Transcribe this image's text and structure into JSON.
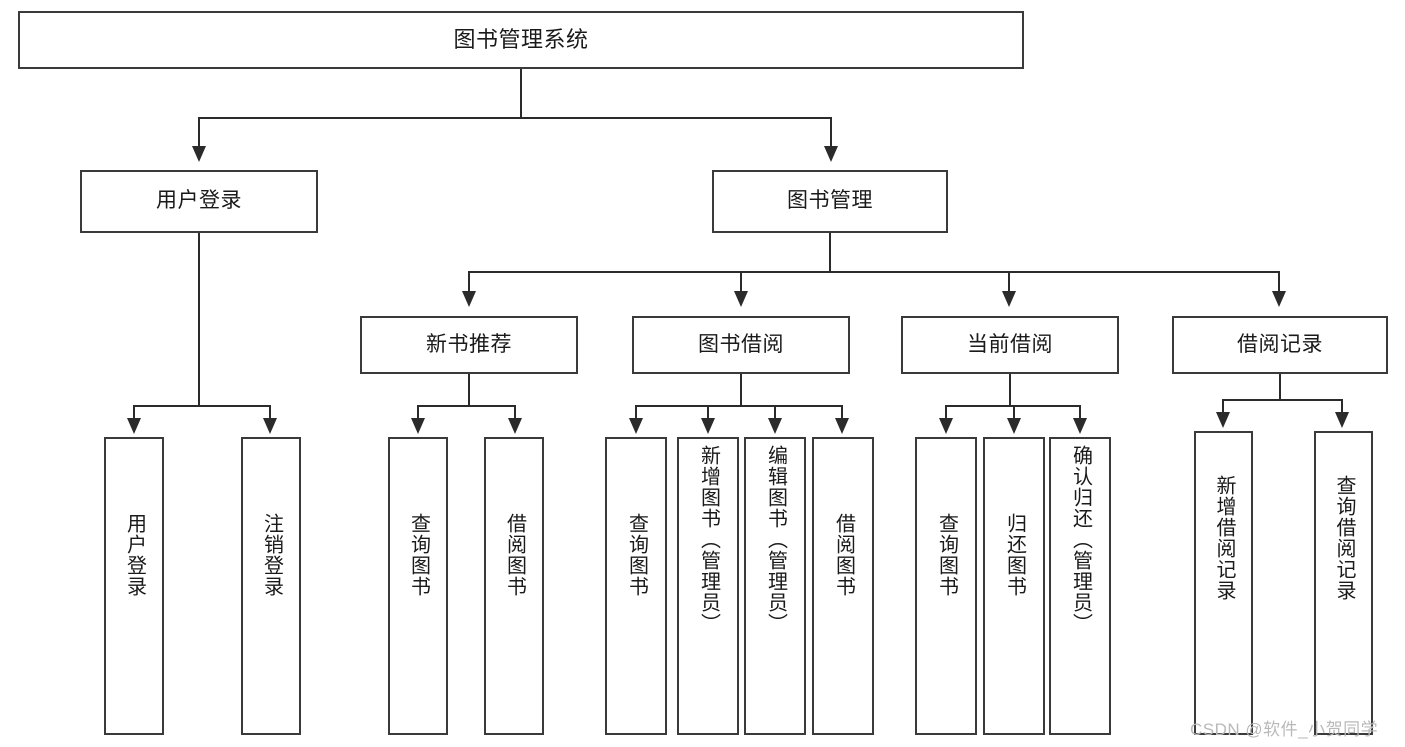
{
  "diagram": {
    "title": "图书管理系统",
    "type": "tree-hierarchy-chart",
    "watermark": "CSDN @软件_小贺同学",
    "colors": {
      "box_border": "#3a3a3a",
      "connector": "#2b2b2b",
      "background": "#ffffff",
      "text": "#1a1a1a",
      "watermark": "#b9b9b9"
    },
    "levels": {
      "root": {
        "label": "图书管理系统"
      },
      "level2": [
        {
          "label": "用户登录"
        },
        {
          "label": "图书管理"
        }
      ],
      "level3": [
        {
          "label": "新书推荐"
        },
        {
          "label": "图书借阅"
        },
        {
          "label": "当前借阅"
        },
        {
          "label": "借阅记录"
        }
      ],
      "leaves": {
        "user_login": [
          {
            "label": "用户登录"
          },
          {
            "label": "注销登录"
          }
        ],
        "new_book_recommend": [
          {
            "label": "查询图书"
          },
          {
            "label": "借阅图书"
          }
        ],
        "book_borrow": [
          {
            "label": "查询图书"
          },
          {
            "label": "新增图书（管理员）"
          },
          {
            "label": "编辑图书（管理员）"
          },
          {
            "label": "借阅图书"
          }
        ],
        "current_borrow": [
          {
            "label": "查询图书"
          },
          {
            "label": "归还图书"
          },
          {
            "label": "确认归还（管理员）"
          }
        ],
        "borrow_record": [
          {
            "label": "新增借阅记录"
          },
          {
            "label": "查询借阅记录"
          }
        ]
      }
    }
  }
}
